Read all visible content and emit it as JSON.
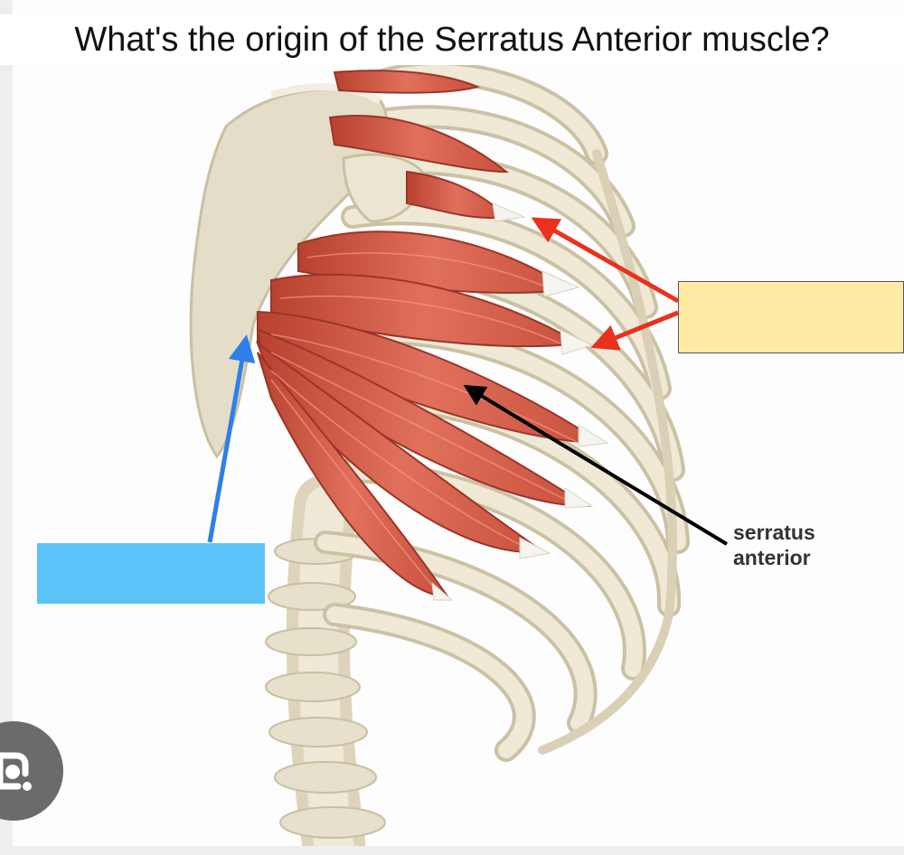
{
  "title": "What's the origin of the Serratus Anterior muscle?",
  "annotation": {
    "muscle_label_line1": "serratus",
    "muscle_label_line2": "anterior"
  },
  "colors": {
    "muscle": "#cf5a48",
    "muscle_dark": "#a8382b",
    "bone": "#ece6d2",
    "bone_shade": "#cfc6ad",
    "insertion_box": "#ffeaa6",
    "origin_box": "#5bc3f7",
    "red_arrow": "#e8321e",
    "blue_arrow": "#2f7fe8",
    "black_arrow": "#000000"
  },
  "icons": [
    "google-lens-icon"
  ]
}
